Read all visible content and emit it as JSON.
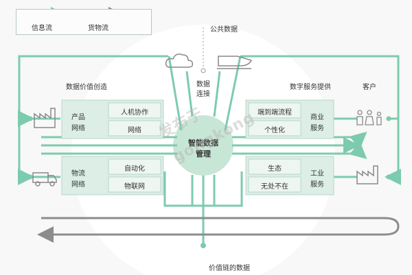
{
  "legend": {
    "info_flow": "信息流",
    "goods_flow": "货物流"
  },
  "labels": {
    "public_data": "公共数据",
    "data_connect_line1": "数据",
    "data_connect_line2": "连接",
    "value_creation": "数据价值创造",
    "digital_service": "数字服务提供",
    "customer": "客户",
    "value_chain_data": "价值链的数据",
    "center_line1": "智能数据",
    "center_line2": "管理",
    "product_network_line1": "产品",
    "product_network_line2": "网络",
    "logistics_network_line1": "物流",
    "logistics_network_line2": "网络",
    "human_collab": "人机协作",
    "network": "网络",
    "automation": "自动化",
    "iot": "物联网",
    "end_to_end": "端到端流程",
    "personalization": "个性化",
    "ecology": "生态",
    "ubiquitous": "无处不在",
    "commerce_service_line1": "商业",
    "commerce_service_line2": "服务",
    "industry_service_line1": "工业",
    "industry_service_line2": "服务"
  },
  "watermark": {
    "line1": "发布于",
    "line2": "gongkong"
  },
  "colors": {
    "info": "#7ccbae",
    "goods": "#8c8c8c",
    "box_fill": "#dceee6",
    "center": "#c7e6d6"
  }
}
